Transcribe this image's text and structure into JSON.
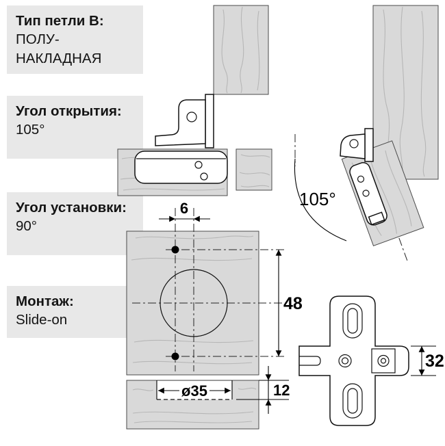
{
  "sidebar": {
    "type": {
      "title": "Тип петли B:",
      "value_line1": "ПОЛУ-",
      "value_line2": "НАКЛАДНАЯ"
    },
    "opening": {
      "title": "Угол открытия:",
      "value": "105°"
    },
    "installation": {
      "title": "Угол установки:",
      "value": "90°"
    },
    "mounting": {
      "title": "Монтаж:",
      "value": "Slide-on"
    }
  },
  "dimensions": {
    "opening_angle": "105°",
    "screw_offset": "6",
    "screw_spacing": "48",
    "cup_diameter": "ø35",
    "cup_depth": "12",
    "plate_height": "32"
  },
  "colors": {
    "card_bg": "#e8e8e8",
    "wood": "#d9d9d9",
    "grain": "#b3b3b3",
    "outline": "#111111"
  }
}
